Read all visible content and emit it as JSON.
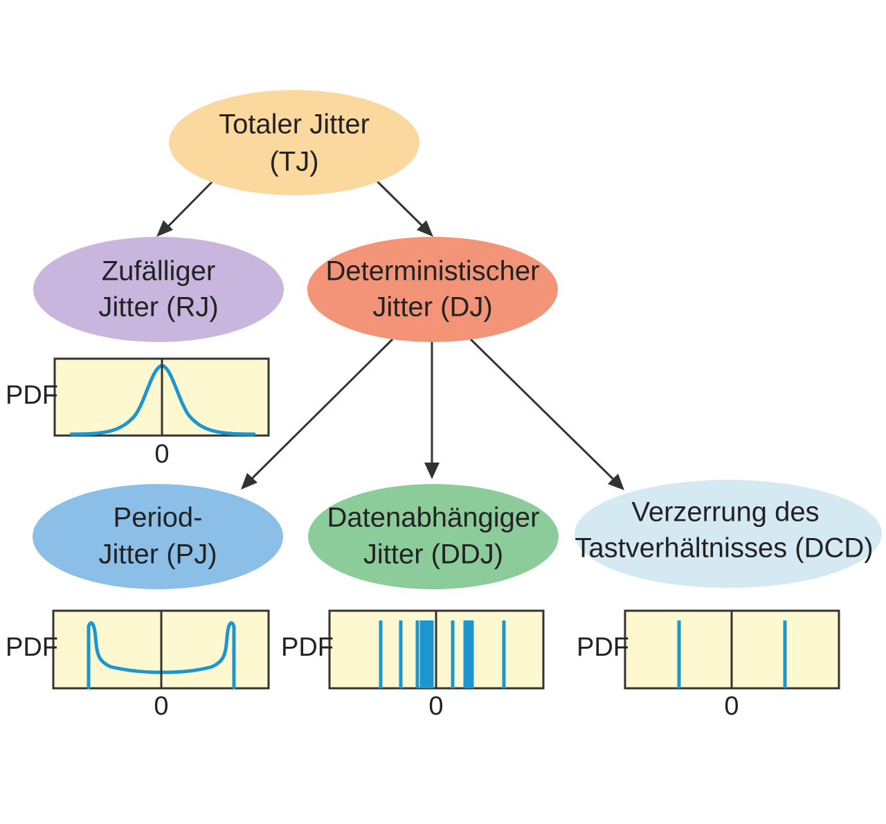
{
  "nodes": {
    "tj": {
      "line1": "Totaler Jitter",
      "line2": "(TJ)",
      "color": "#fbd89e"
    },
    "rj": {
      "line1": "Zufälliger",
      "line2": "Jitter (RJ)",
      "color": "#c9b6de"
    },
    "dj": {
      "line1": "Deterministischer",
      "line2": "Jitter (DJ)",
      "color": "#f39377"
    },
    "pj": {
      "line1": "Period-",
      "line2": "Jitter (PJ)",
      "color": "#8cbfe8"
    },
    "ddj": {
      "line1": "Datenabhängiger",
      "line2": "Jitter (DDJ)",
      "color": "#8ccb9a"
    },
    "dcd": {
      "line1": "Verzerrung des",
      "line2": "Tastverhältnisses (DCD)",
      "color": "#d5e9f3"
    }
  },
  "plots": {
    "pdf_label": "PDF",
    "zero_label": "0",
    "frame_color": "#fdf8cf",
    "curve_color": "#1c96d0"
  }
}
